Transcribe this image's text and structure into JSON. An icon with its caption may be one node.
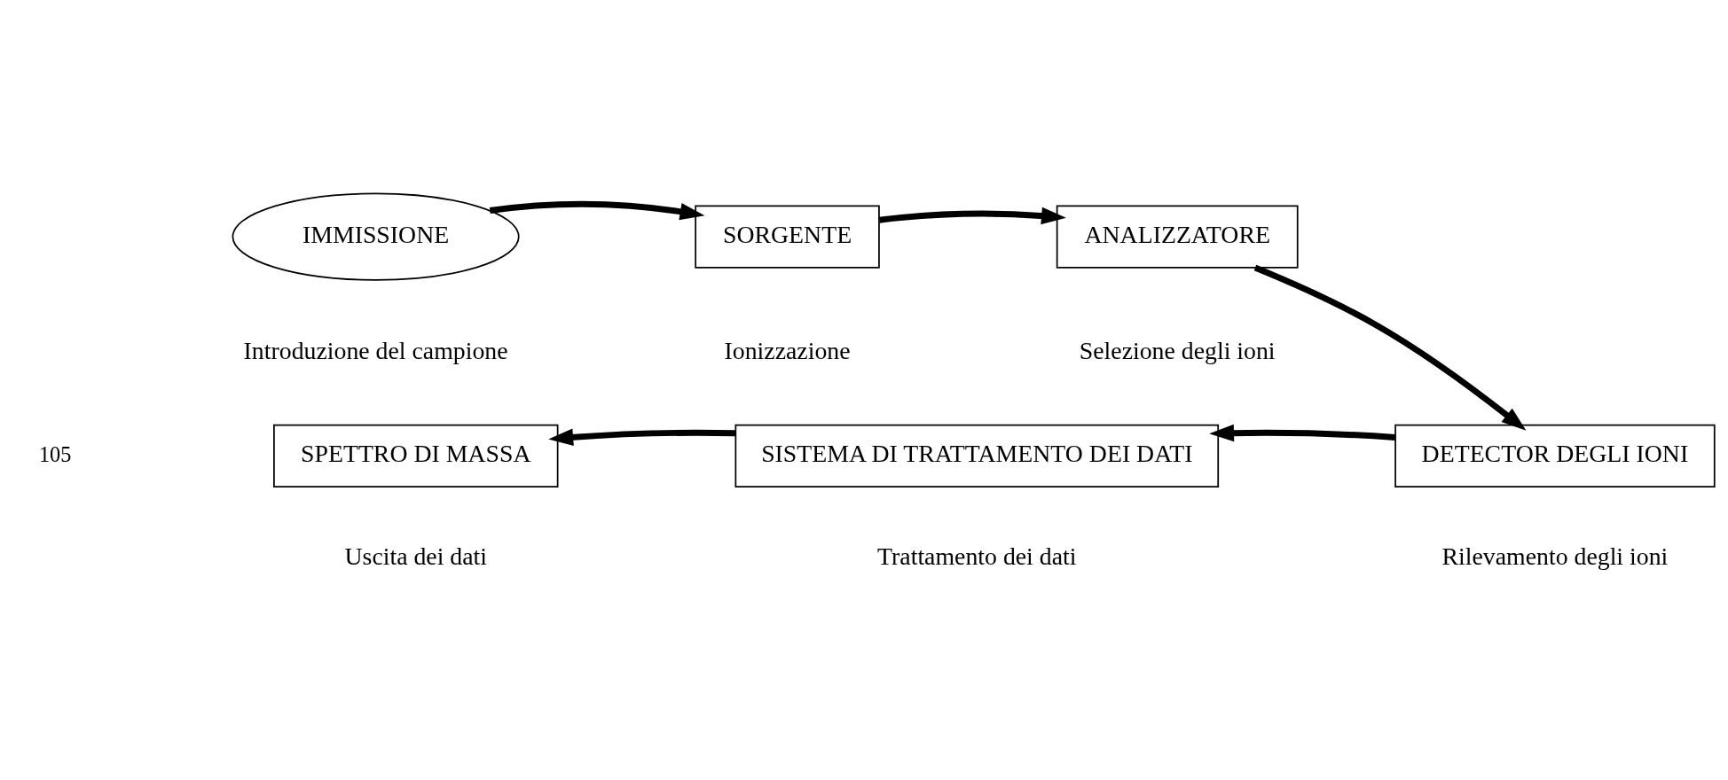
{
  "diagram": {
    "nodes": [
      {
        "text": [
          "IMMISSIONE"
        ],
        "beside": [
          "Introduzione del campione"
        ]
      },
      {
        "text": [
          "SORGENTE"
        ],
        "beside": [
          "Ionizzazione"
        ]
      },
      {
        "text": [
          "ANALIZZATORE"
        ],
        "beside": [
          "Selezione degli ioni"
        ]
      },
      {
        "text": [
          "DETECTOR DEGLI IONI"
        ],
        "beside": [
          "Rilevamento degli ioni"
        ]
      },
      {
        "text": [
          "SISTEMA DI TRATTAMENTO DEI DATI"
        ],
        "beside": [
          "Trattamento dei dati"
        ]
      },
      {
        "text": [
          "SPETTRO DI MASSA"
        ],
        "beside": [
          "Uscita dei dati"
        ]
      }
    ],
    "edges": [
      {
        "from": 0,
        "to": 1,
        "arrow": "to"
      },
      {
        "from": 1,
        "to": 2,
        "arrow": "to"
      },
      {
        "from": 2,
        "to": 3,
        "arrow": "to"
      },
      {
        "from": 3,
        "to": 4,
        "arrow": "to"
      },
      {
        "from": 4,
        "to": 5,
        "arrow": "to"
      }
    ],
    "labels": [
      "105"
    ]
  }
}
